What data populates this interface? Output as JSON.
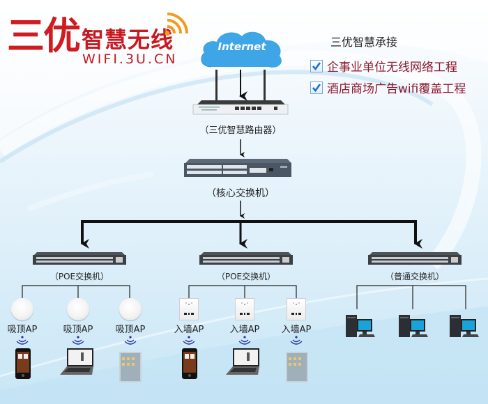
{
  "logo": {
    "brand_main": "三优",
    "brand_sub": "智慧无线",
    "url": "WIFI.3U.CN",
    "icon": "wifi-signal-icon",
    "brand_color": "#d01c20",
    "icon_color": "#f39a1e"
  },
  "services": {
    "title": "三优智慧承接",
    "items": [
      {
        "label": "企事业单位无线网络工程",
        "checked": true
      },
      {
        "label": "酒店商场广告wifi覆盖工程",
        "checked": true
      }
    ],
    "text_color": "#8b1a2e",
    "check_color": "#1a6fd1"
  },
  "topology": {
    "internet": {
      "label": "Internet",
      "icon": "cloud-icon"
    },
    "router": {
      "label": "（三优智慧路由器）",
      "icon": "router-icon"
    },
    "core_switch": {
      "label": "（核心交换机）",
      "icon": "switch-icon"
    },
    "branches": [
      {
        "switch_label": "（POE交换机）",
        "icon": "poe-switch-icon",
        "aps": [
          {
            "label": "吸顶AP",
            "type": "ceiling-ap",
            "client": "smartphone"
          },
          {
            "label": "吸顶AP",
            "type": "ceiling-ap",
            "client": "laptop"
          },
          {
            "label": "吸顶AP",
            "type": "ceiling-ap",
            "client": "tablet"
          }
        ]
      },
      {
        "switch_label": "（POE交换机）",
        "icon": "poe-switch-icon",
        "aps": [
          {
            "label": "入墙AP",
            "type": "in-wall-ap",
            "client": "smartphone"
          },
          {
            "label": "入墙AP",
            "type": "in-wall-ap",
            "client": "laptop"
          },
          {
            "label": "入墙AP",
            "type": "in-wall-ap",
            "client": "tablet"
          }
        ]
      },
      {
        "switch_label": "（普通交换机）",
        "icon": "switch-icon",
        "devices": [
          {
            "type": "desktop-pc"
          },
          {
            "type": "desktop-pc"
          },
          {
            "type": "desktop-pc"
          }
        ]
      }
    ]
  }
}
